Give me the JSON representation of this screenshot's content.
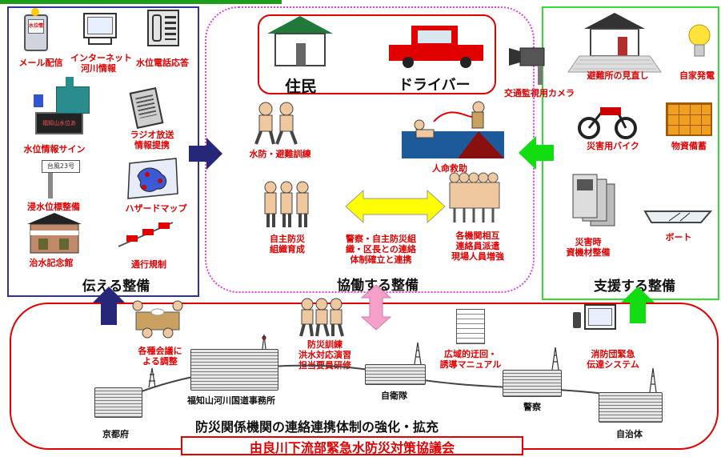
{
  "colors": {
    "blue_panel": "#3030a0",
    "pink_panel": "#e040e0",
    "green_panel": "#33dd33",
    "red": "#e00000",
    "navy_arrow": "#27277a",
    "green_arrow": "#11dd11",
    "yellow_arrow": "#ffff00",
    "pink_arrow": "#f4a0c8"
  },
  "left": {
    "title": "伝える整備",
    "items": {
      "mail": "メール配信",
      "mail_screen": "水位情報",
      "internet": "インターネット\n河川情報",
      "phone": "水位電話応答",
      "sign": "水位情報サイン",
      "sign_text": "福知山水位あ",
      "radio": "ラジオ放送\n情報提携",
      "pole": "浸水位標整備",
      "pole_text": "台風23号",
      "hazard": "ハザードマップ",
      "museum": "治水記念館",
      "traffic": "通行規制"
    }
  },
  "center": {
    "title": "協働する整備",
    "residents": "住民",
    "drivers": "ドライバー",
    "drill": "水防・避難訓練",
    "rescue": "人命救助",
    "self_defense": "自主防災\n組織育成",
    "coordination": "警察・自主防災組\n織・区長との連絡\n体制確立と連携",
    "agency": "各機関相互\n連絡員派遣\n現場人員増強"
  },
  "right": {
    "title": "支援する整備",
    "camera": "交通監視用カメラ",
    "shelter": "避難所の見直し",
    "generator": "自家発電",
    "bike": "災害用バイク",
    "supplies": "物資備蓄",
    "equipment": "災害時\n資機材整備",
    "boat": "ボート"
  },
  "bottom": {
    "meetings": "各種会議に\nよる調整",
    "training": "防災訓練\n洪水対応演習\n担当要員研修",
    "manual": "広域的迂回・\n誘導マニュアル",
    "fire_system": "消防団緊急\n伝達システム",
    "office": "福知山河川国道事務所",
    "sdf": "自衛隊",
    "police": "警察",
    "kyoto": "京都府",
    "municipality": "自治体",
    "strengthen": "防災関係機関の連絡連携体制の強化・拡充",
    "council": "由良川下流部緊急水防災対策協議会"
  }
}
